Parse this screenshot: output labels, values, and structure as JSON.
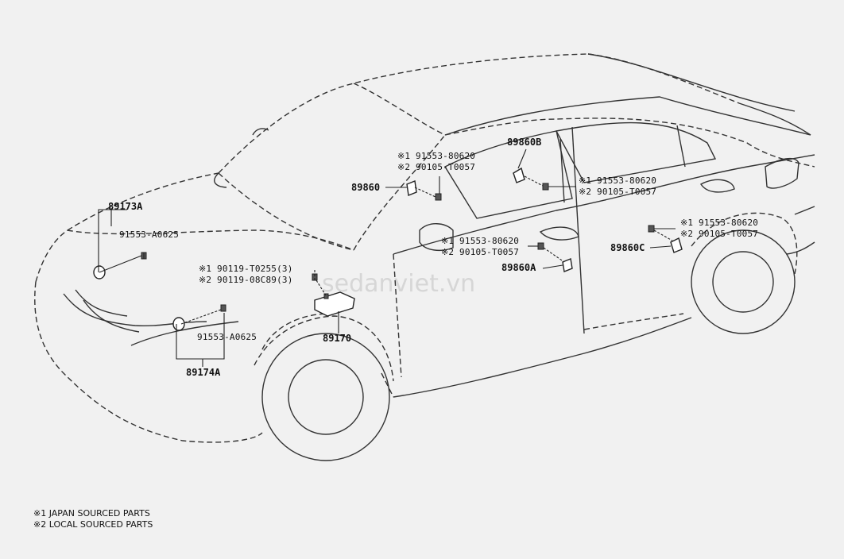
{
  "parts": {
    "p89173a": "89173A",
    "p91553_a0625_top": "91553-A0625",
    "p89174a": "89174A",
    "p91553_a0625_bottom": "91553-A0625",
    "p90119_t0255": "※1 90119-T0255(3)",
    "p90119_08c89": "※2 90119-08C89(3)",
    "p89170": "89170",
    "p89860": "89860",
    "p91553_80620_a": "※1 91553-80620",
    "p90105_t0057_a": "※2 90105-T0057",
    "p89860b": "89860B",
    "p91553_80620_b": "※1 91553-80620",
    "p90105_t0057_b": "※2 90105-T0057",
    "p91553_80620_c": "※1 91553-80620",
    "p90105_t0057_c": "※2 90105-T0057",
    "p89860a": "89860A",
    "p91553_80620_d": "※1 91553-80620",
    "p90105_t0057_d": "※2 90105-T0057",
    "p89860c": "89860C"
  },
  "legend": {
    "note1": "※1 JAPAN SOURCED PARTS",
    "note2": "※2 LOCAL SOURCED PARTS"
  },
  "watermark": "sedanviet.vn",
  "colors": {
    "background": "#f1f1f1",
    "ink": "#222222"
  }
}
